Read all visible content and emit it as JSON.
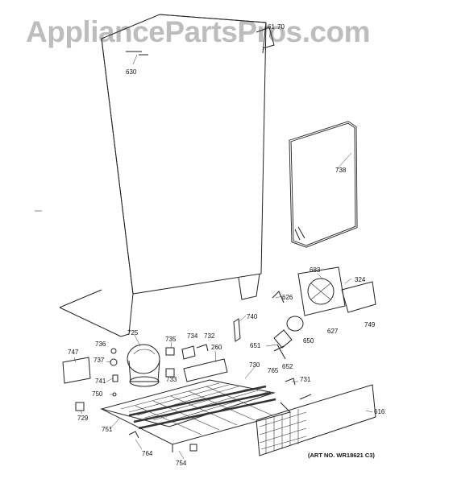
{
  "watermark": "AppliancePartsPros.com",
  "art_number": "(ART NO. WR18621 C3)",
  "part_labels": [
    {
      "id": "p61",
      "text": "61"
    },
    {
      "id": "p70",
      "text": "70"
    },
    {
      "id": "p630",
      "text": "630"
    },
    {
      "id": "p738",
      "text": "738"
    },
    {
      "id": "p683",
      "text": "683"
    },
    {
      "id": "p324",
      "text": "324"
    },
    {
      "id": "p626",
      "text": "626"
    },
    {
      "id": "p627",
      "text": "627"
    },
    {
      "id": "p749",
      "text": "749"
    },
    {
      "id": "p740",
      "text": "740"
    },
    {
      "id": "p650",
      "text": "650"
    },
    {
      "id": "p651",
      "text": "651"
    },
    {
      "id": "p652",
      "text": "652"
    },
    {
      "id": "p725",
      "text": "725"
    },
    {
      "id": "p735",
      "text": "735"
    },
    {
      "id": "p734",
      "text": "734"
    },
    {
      "id": "p732",
      "text": "732"
    },
    {
      "id": "p260",
      "text": "260"
    },
    {
      "id": "p730",
      "text": "730"
    },
    {
      "id": "p765",
      "text": "765"
    },
    {
      "id": "p731",
      "text": "731"
    },
    {
      "id": "p736",
      "text": "736"
    },
    {
      "id": "p737",
      "text": "737"
    },
    {
      "id": "p747",
      "text": "747"
    },
    {
      "id": "p741",
      "text": "741"
    },
    {
      "id": "p733",
      "text": "733"
    },
    {
      "id": "p750",
      "text": "750"
    },
    {
      "id": "p729",
      "text": "729"
    },
    {
      "id": "p751",
      "text": "751"
    },
    {
      "id": "p616",
      "text": "616"
    },
    {
      "id": "p764",
      "text": "764"
    },
    {
      "id": "p754",
      "text": "754"
    }
  ]
}
